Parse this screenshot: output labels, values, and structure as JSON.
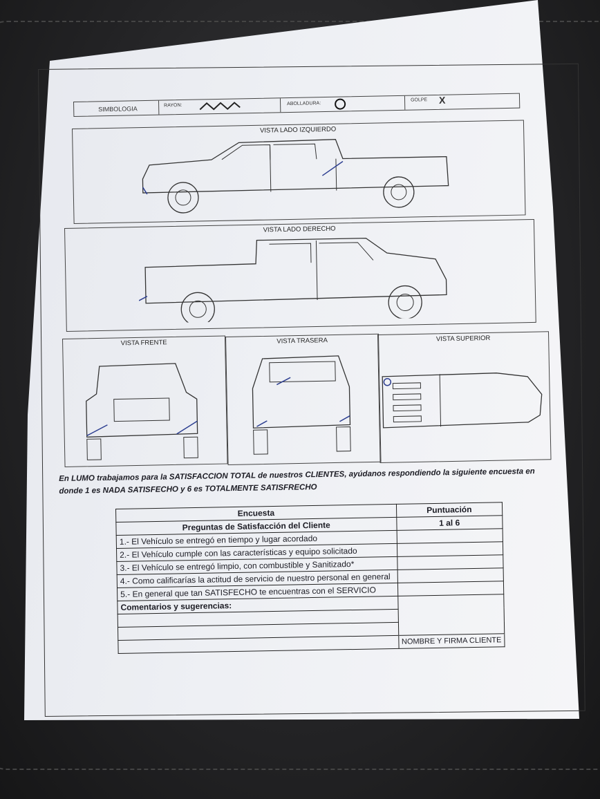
{
  "legend": {
    "title": "SIMBOLOGIA",
    "scratch_label": "RAYON:",
    "scratch_icon": "zigzag-icon",
    "dent_label": "ABOLLADURA:",
    "dent_icon": "circle-icon",
    "hit_label": "GOLPE",
    "hit_symbol": "X"
  },
  "views": {
    "left": "VISTA LADO IZQUIERDO",
    "right": "VISTA LADO DERECHO",
    "front": "VISTA FRENTE",
    "rear": "VISTA TRASERA",
    "top": "VISTA SUPERIOR"
  },
  "intro": "En LUMO trabajamos para la SATISFACCION TOTAL de nuestros CLIENTES, ayúdanos respondiendo la siguiente encuesta en donde 1 es NADA SATISFECHO y 6 es TOTALMENTE SATISFRECHO",
  "survey": {
    "header": "Encuesta",
    "score_header": "Puntuación",
    "subheader": "Preguntas de Satisfacción del Cliente",
    "score_range": "1 al 6",
    "questions": [
      "1.- El Vehículo se entregó en tiempo y lugar acordado",
      "2.- El Vehículo cumple con las características y equipo solicitado",
      "3.- El Vehículo se entregó limpio, con combustible y Sanitizado*",
      "4.- Como calificarías la actitud de servicio de nuestro personal en general",
      "5.- En general que tan SATISFECHO te encuentras con el SERVICIO"
    ],
    "comments_label": "Comentarios y sugerencias:",
    "signature_label": "NOMBRE Y FIRMA CLIENTE"
  }
}
